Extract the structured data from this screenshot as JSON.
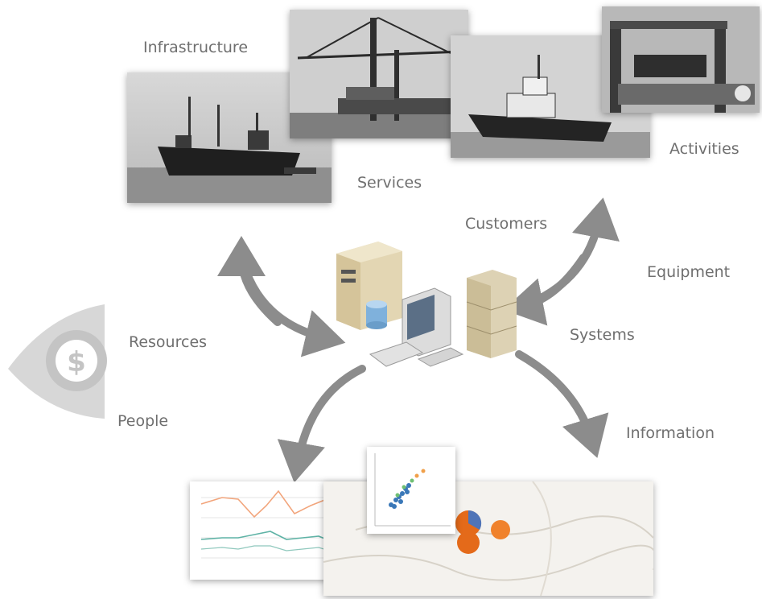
{
  "labels": {
    "infrastructure": "Infrastructure",
    "services": "Services",
    "activities": "Activities",
    "customers": "Customers",
    "equipment": "Equipment",
    "resources": "Resources",
    "systems": "Systems",
    "people": "People",
    "information": "Information"
  },
  "icons": {
    "money": "dollar-eye-icon",
    "server": "server-tower-icon",
    "database": "database-icon",
    "workstation": "desktop-computer-icon",
    "rack": "server-rack-icon",
    "arrows": "curved-arrow-icon"
  },
  "colors": {
    "label_text": "#6f6f6f",
    "arrow": "#8c8c8c",
    "chart_orange": "#f2a57c",
    "chart_teal": "#5fb3a6",
    "map_bubble": "#e46a1a"
  }
}
